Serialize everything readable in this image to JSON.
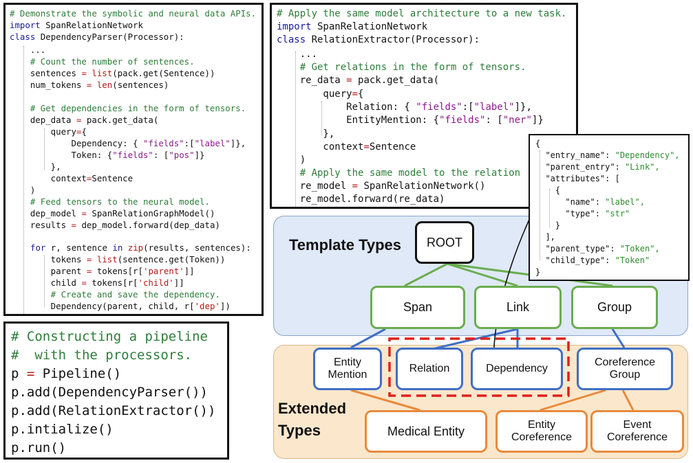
{
  "code_parser": {
    "l1": "# Demonstrate the symbolic and neural data APIs.",
    "l2_kw": "import",
    "l2_rest": " SpanRelationNetwork",
    "l3_kw": "class",
    "l3_rest": " DependencyParser(Processor):",
    "l4": "    ...",
    "l5": "    # Count the number of sentences.",
    "l6_a": "    sentences ",
    "l6_op": "=",
    "l6_sp": " ",
    "l6_fn": "list",
    "l6_b": "(pack.get(Sentence))",
    "l7_a": "    num_tokens ",
    "l7_op": "=",
    "l7_sp": " ",
    "l7_fn": "len",
    "l7_b": "(sentences)",
    "l8": "    # Get dependencies in the form of tensors.",
    "l9_a": "    dep_data ",
    "l9_op": "=",
    "l9_b": " pack.get_data(",
    "l10_a": "        query",
    "l10_op": "=",
    "l10_b": "{",
    "l11_a": "            Dependency: { ",
    "l11_s1": "\"fields\"",
    "l11_b": ":[",
    "l11_s2": "\"label\"",
    "l11_c": "]},",
    "l12_a": "            Token: {",
    "l12_s1": "\"fields\"",
    "l12_b": ": [",
    "l12_s2": "\"pos\"",
    "l12_c": "]}",
    "l13": "        },",
    "l14_a": "        context",
    "l14_op": "=",
    "l14_b": "Sentence",
    "l15": "    )",
    "l16": "    # Feed tensors to the neural model.",
    "l17_a": "    dep_model ",
    "l17_op": "=",
    "l17_b": " SpanRelationGraphModel()",
    "l18_a": "    results ",
    "l18_op": "=",
    "l18_b": " dep_model.forward(dep_data)",
    "l19_kw1": "for",
    "l19_a": " r, sentence ",
    "l19_kw2": "in",
    "l19_sp": " ",
    "l19_fn": "zip",
    "l19_b": "(results, sentences):",
    "l20_a": "        tokens ",
    "l20_op": "=",
    "l20_sp": " ",
    "l20_fn": "list",
    "l20_b": "(sentence.get(Token))",
    "l21_a": "        parent ",
    "l21_op": "=",
    "l21_b": " tokens[r[",
    "l21_s": "'parent'",
    "l21_c": "]]",
    "l22_a": "        child ",
    "l22_op": "=",
    "l22_b": " tokens[r[",
    "l22_s": "'child'",
    "l22_c": "]]",
    "l23": "        # Create and save the dependency.",
    "l24_a": "        Dependency(parent, child, r[",
    "l24_s": "'dep'",
    "l24_b": "])"
  },
  "code_extractor": {
    "l1": "# Apply the same model architecture to a new task.",
    "l2_kw": "import",
    "l2_rest": " SpanRelationNetwork",
    "l3_kw": "class",
    "l3_rest": " RelationExtractor(Processor):",
    "l4": "    ...",
    "l5": "    # Get relations in the form of tensors.",
    "l6_a": "    re_data ",
    "l6_op": "=",
    "l6_b": " pack.get_data(",
    "l7_a": "        query",
    "l7_op": "=",
    "l7_b": "{",
    "l8_a": "            Relation: { ",
    "l8_s1": "\"fields\"",
    "l8_b": ":[",
    "l8_s2": "\"label\"",
    "l8_c": "]},",
    "l9_a": "            EntityMention: {",
    "l9_s1": "\"fields\"",
    "l9_b": ": [",
    "l9_s2": "\"ner\"",
    "l9_c": "]}",
    "l10": "        },",
    "l11_a": "        context",
    "l11_op": "=",
    "l11_b": "Sentence",
    "l12": "    )",
    "l13": "    # Apply the same model to the relation",
    "l14_a": "    re_model ",
    "l14_op": "=",
    "l14_b": " SpanRelationNetwork()",
    "l15": "    re_model.forward(re_data)"
  },
  "code_pipeline": {
    "l1": "# Constructing a pipeline",
    "l2": "#  with the processors.",
    "l3_a": "p ",
    "l3_op": "=",
    "l3_b": " Pipeline()",
    "l4": "p.add(DependencyParser())",
    "l5": "p.add(RelationExtractor())",
    "l6": "p.intialize()",
    "l7": "p.run()"
  },
  "json_box": {
    "l1": "{",
    "l2_k": "  \"entry_name\": ",
    "l2_v": "\"Dependency\",",
    "l3_k": "  \"parent_entry\": ",
    "l3_v": "\"Link\",",
    "l4_k": "  \"attributes\": [",
    "l5": "    {",
    "l6_k": "      \"name\": ",
    "l6_v": "\"label\",",
    "l7_k": "      \"type\": ",
    "l7_v": "\"str\"",
    "l8": "    }",
    "l9": "  ],",
    "l10_k": "  \"parent_type\": ",
    "l10_v": "\"Token\",",
    "l11_k": "  \"child_type\": ",
    "l11_v": "\"Token\"",
    "l12": "}"
  },
  "diagram": {
    "template_title": "Template Types",
    "extended_title_1": "Extended",
    "extended_title_2": "Types",
    "root": "ROOT",
    "span": "Span",
    "link": "Link",
    "group": "Group",
    "entity_mention_1": "Entity",
    "entity_mention_2": "Mention",
    "relation": "Relation",
    "dependency": "Dependency",
    "coreference_group_1": "Coreference",
    "coreference_group_2": "Group",
    "medical_entity": "Medical Entity",
    "entity_coreference_1": "Entity",
    "entity_coreference_2": "Coreference",
    "event_coreference_1": "Event",
    "event_coreference_2": "Coreference"
  },
  "colors": {
    "template_panel": "#dfe9f7",
    "extended_panel": "#fbe7cc",
    "green": "#6aad4f",
    "blue": "#3f6fc4",
    "orange": "#e88a3c",
    "red_dashed": "#e0201b"
  }
}
